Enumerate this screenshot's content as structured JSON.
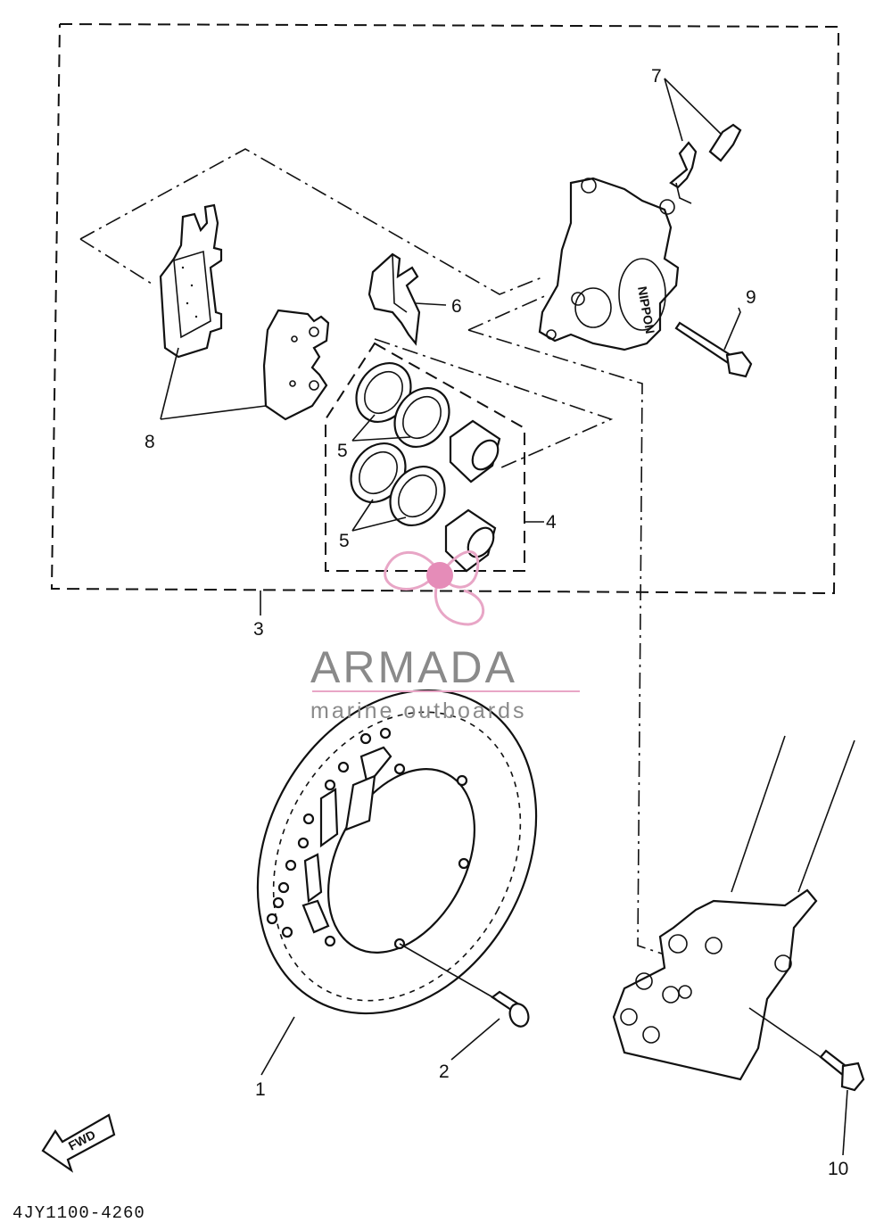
{
  "callouts": {
    "c1": "1",
    "c2": "2",
    "c3": "3",
    "c4": "4",
    "c5a": "5",
    "c5b": "5",
    "c6": "6",
    "c7": "7",
    "c8": "8",
    "c9": "9",
    "c10": "10"
  },
  "caliper_marking": "NIPPON",
  "fwd_label": "FWD",
  "diagram_code": "4JY1100-4260",
  "watermark": {
    "brand": "ARMADA",
    "subtitle": "marine outboards",
    "colors": {
      "logo": "#e8a6c6",
      "logo_center": "#e58cb8",
      "text": "#8a8a8a"
    }
  }
}
